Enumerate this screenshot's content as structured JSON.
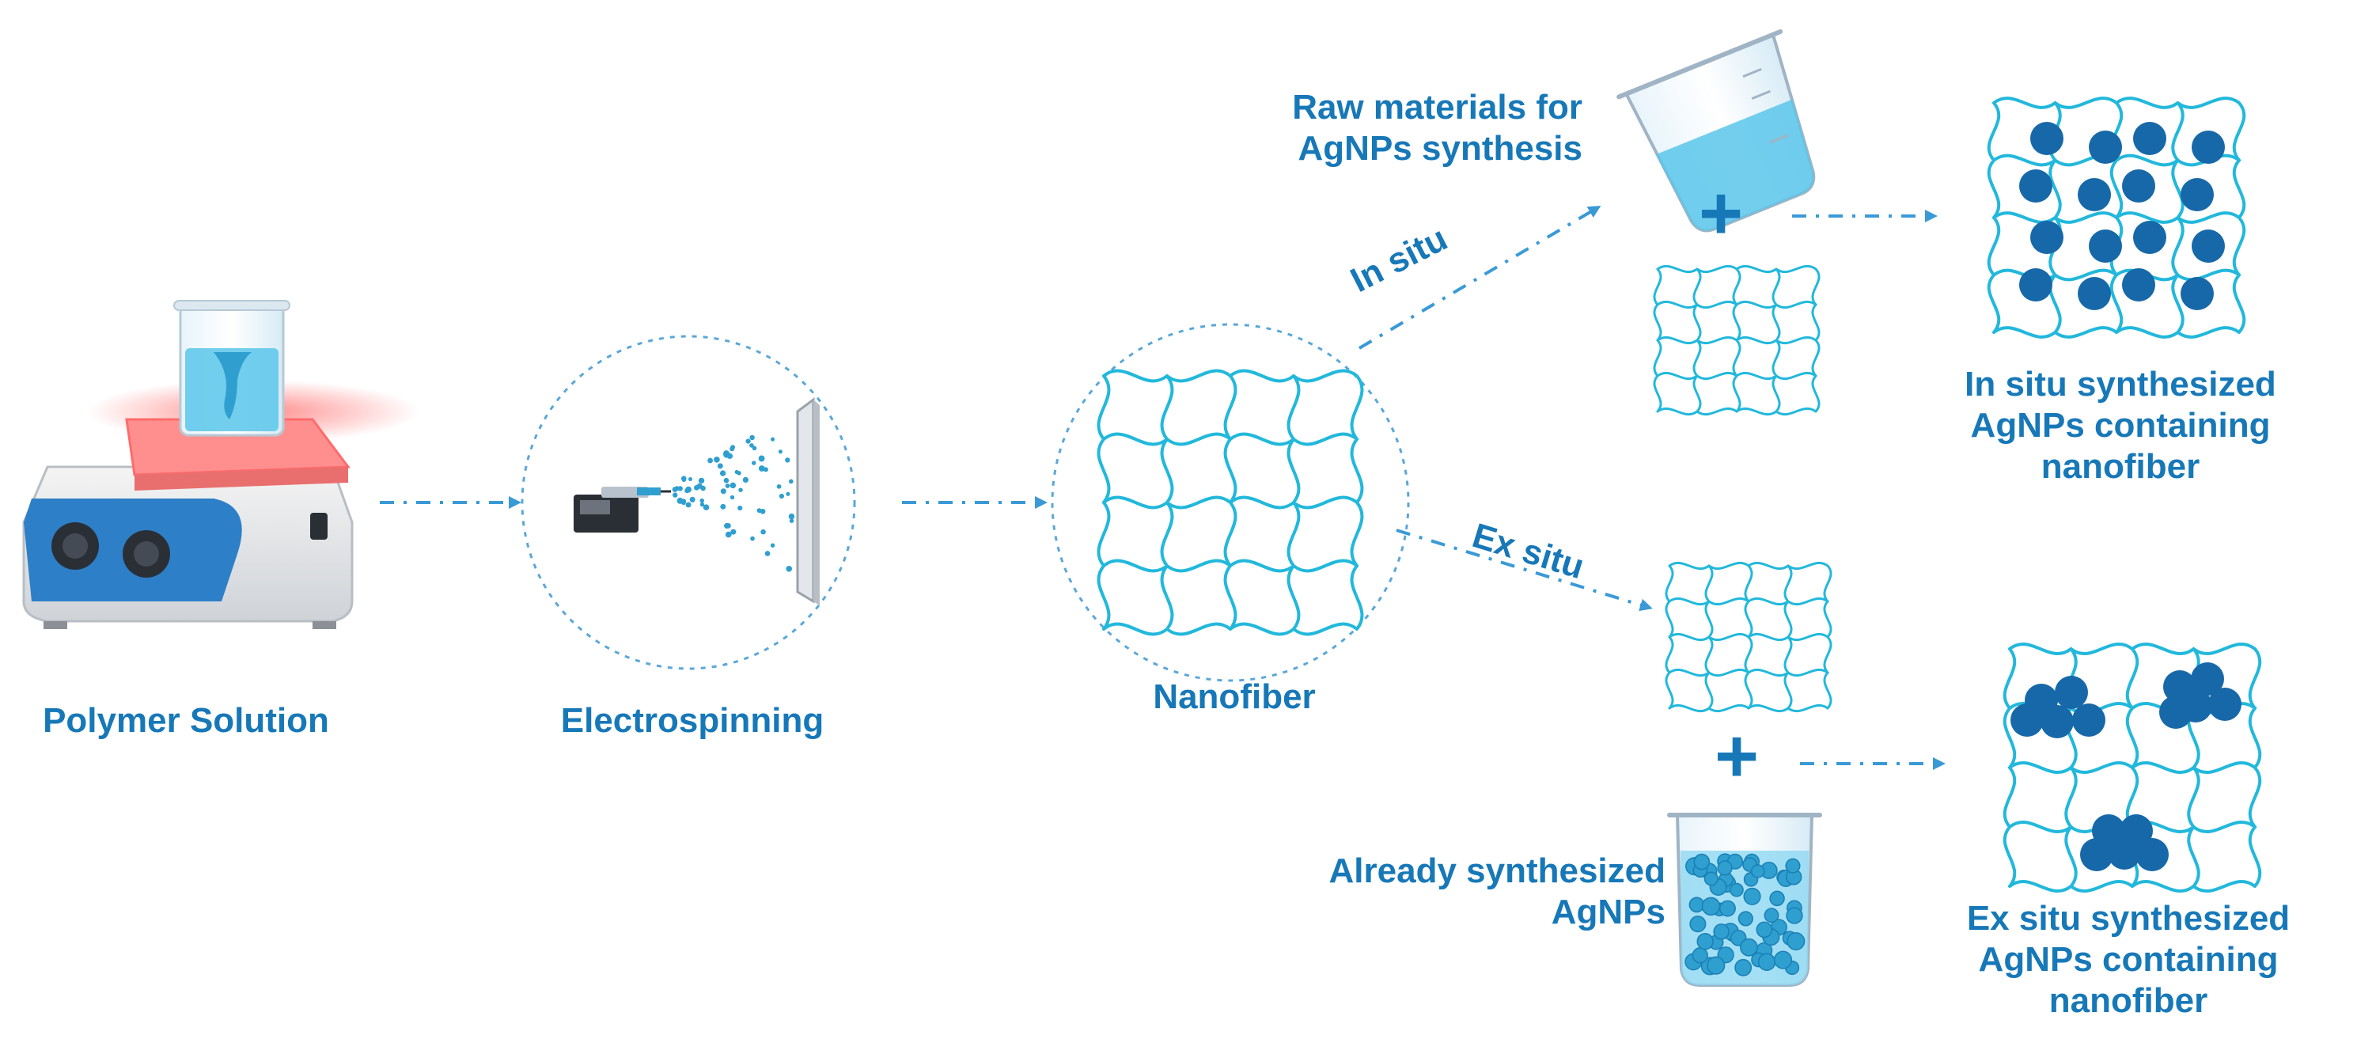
{
  "labels": {
    "polymer_solution": "Polymer Solution",
    "electrospinning": "Electrospinning",
    "nanofiber": "Nanofiber",
    "in_situ": "In situ",
    "ex_situ": "Ex situ",
    "raw_materials": [
      "Raw materials for",
      "AgNPs synthesis"
    ],
    "already_synthesized": [
      "Already synthesized",
      "AgNPs"
    ],
    "in_situ_result": [
      "In situ synthesized",
      "AgNPs containing",
      "nanofiber"
    ],
    "ex_situ_result": [
      "Ex situ synthesized",
      "AgNPs containing",
      "nanofiber"
    ],
    "plus": "+"
  },
  "colors": {
    "text": "#1778b8",
    "fiber": "#22b8dc",
    "arrow": "#3a9ad6",
    "particle": "#1768a8",
    "beaker_liquid": "#5bc6ea"
  },
  "icons": [
    "hot-plate-stirrer-icon",
    "syringe-pump-icon",
    "collector-plate-icon",
    "pouring-beaker-icon",
    "nanoparticle-beaker-icon"
  ]
}
